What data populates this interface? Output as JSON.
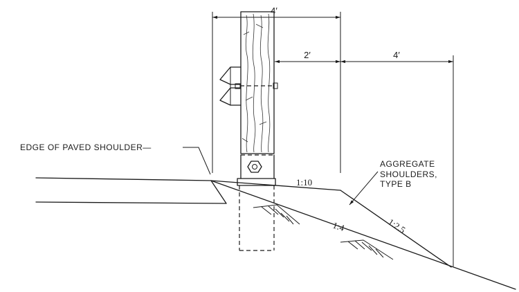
{
  "dimensions": {
    "top_width": "4′",
    "post_offset": "2′",
    "shoulder_width": "4′"
  },
  "labels": {
    "edge_label": "EDGE OF PAVED SHOULDER",
    "aggregate_line1": "AGGREGATE",
    "aggregate_line2": "SHOULDERS,",
    "aggregate_line3": "TYPE B"
  },
  "slopes": {
    "shoulder": "1:10",
    "embankment": "1:4",
    "fill": "1:2.5"
  }
}
